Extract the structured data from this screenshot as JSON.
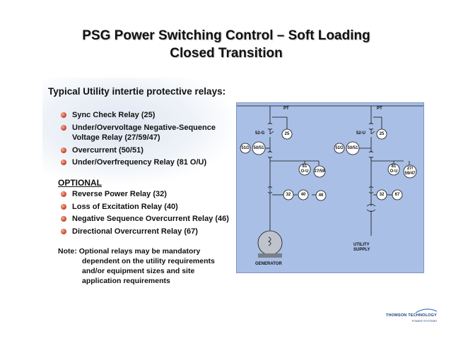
{
  "title": {
    "line1": "PSG Power Switching Control – Soft Loading",
    "line2": "Closed Transition"
  },
  "heading": "Typical Utility intertie protective relays:",
  "typical_relays": [
    "Sync Check Relay (25)",
    "Under/Overvoltage Negative-Sequence Voltage Relay (27/59/47)",
    "Overcurrent (50/51)",
    "Under/Overfrequency Relay (81 O/U)"
  ],
  "optional_heading": "OPTIONAL",
  "optional_relays": [
    "Reverse Power  Relay (32)",
    "Loss of Excitation Relay (40)",
    "Negative Sequence Overcurrent Relay (46)",
    "Directional Overcurrent Relay (67)"
  ],
  "note": {
    "line1": "Note: Optional relays may be mandatory",
    "line2": "dependent on the utility requirements",
    "line3": "and/or equipment sizes and site",
    "line4": "application requirements"
  },
  "diagram": {
    "background_color": "#a9bfe6",
    "pt_left": "PT",
    "pt_right": "PT",
    "breaker_left": "52-G",
    "breaker_right": "52-U",
    "relay_25_left": "25",
    "relay_25_right": "25",
    "relay_51g_left": "51G",
    "relay_5051_left": "50/51",
    "relay_51g_right": "51G",
    "relay_5051_right": "50/51",
    "relay_81_left": "81\nO-U",
    "relay_2759_left": "27/59",
    "relay_81_right": "81\nO-U",
    "relay_27_right": "27/\n59/47",
    "relay_32_left": "32",
    "relay_40_left": "40",
    "relay_46_left": "46",
    "relay_32_right": "32",
    "relay_67_right": "67",
    "generator_label": "GENERATOR",
    "utility_label": "UTILITY\nSUPPLY"
  },
  "logo": {
    "name": "THOMSON TECHNOLOGY",
    "tagline": "POWER SYSTEMS"
  }
}
